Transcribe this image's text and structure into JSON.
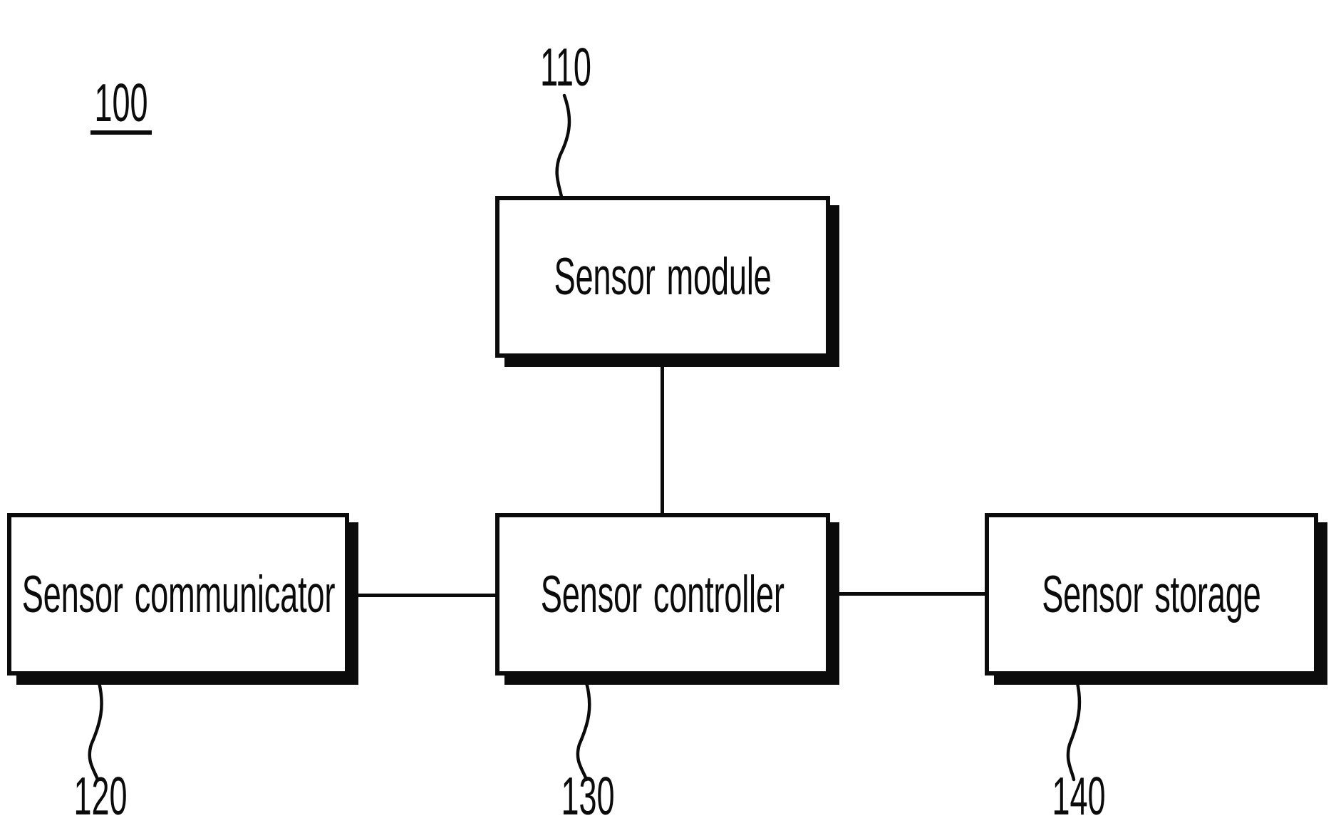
{
  "figure": {
    "number": "100",
    "background_color": "#ffffff",
    "ink_color": "#0b0b0b"
  },
  "nodes": [
    {
      "id": "sensor-module",
      "label": "Sensor module",
      "ref": "110"
    },
    {
      "id": "sensor-communicator",
      "label": "Sensor communicator",
      "ref": "120"
    },
    {
      "id": "sensor-controller",
      "label": "Sensor controller",
      "ref": "130"
    },
    {
      "id": "sensor-storage",
      "label": "Sensor storage",
      "ref": "140"
    }
  ],
  "edges": [
    {
      "from": "sensor-module",
      "to": "sensor-controller",
      "style": "vertical-line"
    },
    {
      "from": "sensor-communicator",
      "to": "sensor-controller",
      "style": "horizontal-line"
    },
    {
      "from": "sensor-controller",
      "to": "sensor-storage",
      "style": "horizontal-line"
    }
  ]
}
